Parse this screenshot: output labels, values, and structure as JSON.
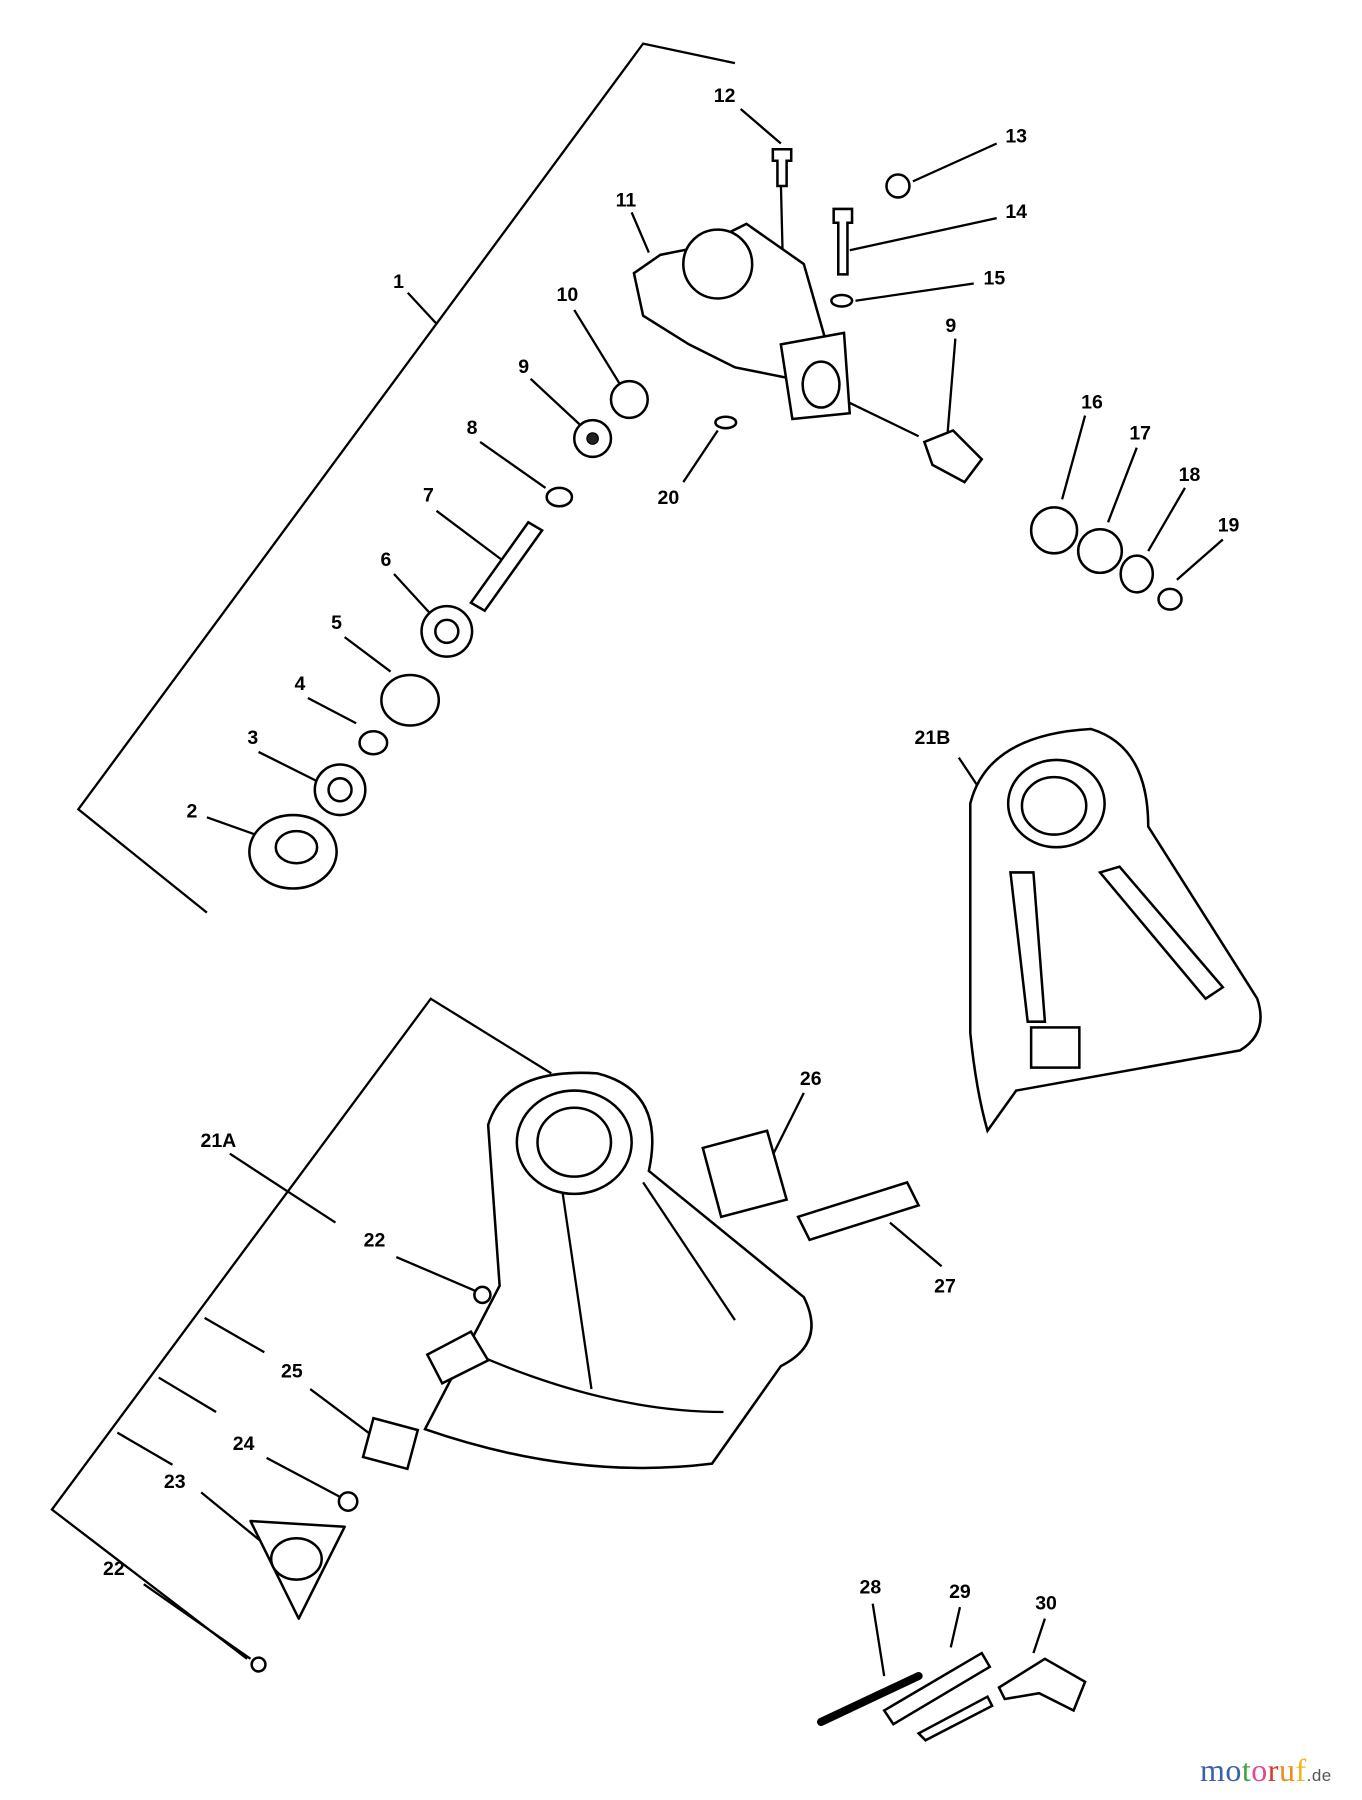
{
  "diagram": {
    "callouts": {
      "c1": "1",
      "c2": "2",
      "c3": "3",
      "c4": "4",
      "c5": "5",
      "c6": "6",
      "c7": "7",
      "c8": "8",
      "c9a": "9",
      "c9b": "9",
      "c10": "10",
      "c11": "11",
      "c12": "12",
      "c13": "13",
      "c14": "14",
      "c15": "15",
      "c16": "16",
      "c17": "17",
      "c18": "18",
      "c19": "19",
      "c20": "20",
      "c21A": "21A",
      "c21B": "21B",
      "c22a": "22",
      "c22b": "22",
      "c23": "23",
      "c24": "24",
      "c25": "25",
      "c26": "26",
      "c27": "27",
      "c28": "28",
      "c29": "29",
      "c30": "30"
    }
  },
  "watermark": {
    "letters": [
      "m",
      "o",
      "t",
      "o",
      "r",
      "u",
      "f"
    ],
    "tld": ".de",
    "colors": [
      "#3a5fb0",
      "#3a5fb0",
      "#3fa33f",
      "#e0488f",
      "#d93a2b",
      "#f08a1c",
      "#f2b51c"
    ]
  }
}
